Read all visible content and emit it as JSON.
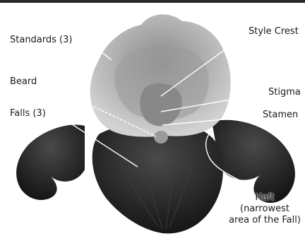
{
  "labels": {
    "standards": "Standards (3)",
    "style_crest": "Style Crest",
    "beard": "Beard",
    "stigma": "Stigma",
    "falls": "Falls (3)",
    "stamen": "Stamen",
    "haft_line1": "Haft",
    "haft_line2": "(narrowest",
    "haft_line3": "area of the Fall)"
  },
  "colors": {
    "standards_fill": "#b8b8b8",
    "falls_fill": "#2e2e2e",
    "leader_line": "#ffffff"
  }
}
